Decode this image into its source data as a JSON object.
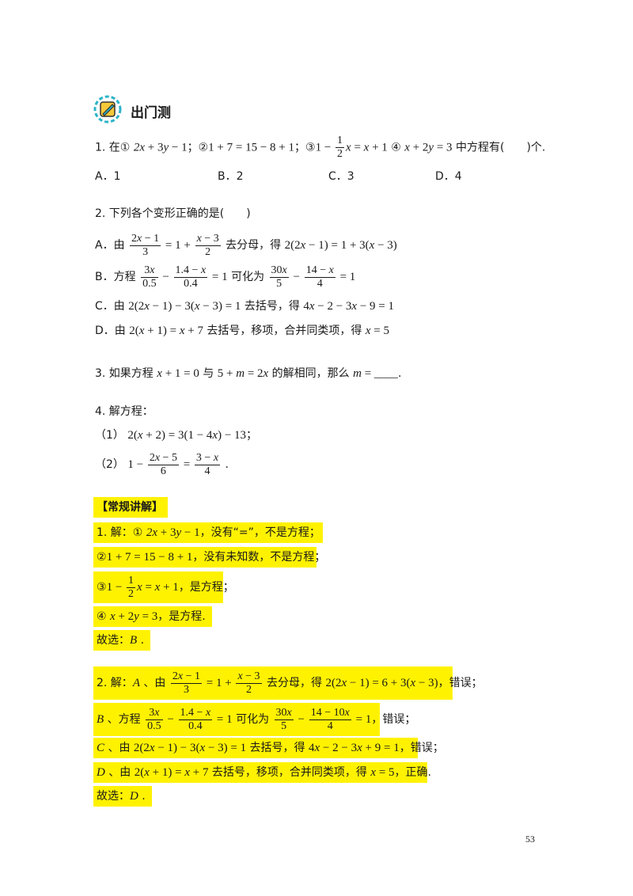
{
  "header": {
    "title": "出门测"
  },
  "q1": {
    "stem": "1. 在① 2x+3y−1；②1+7=15−8+1；③1−½x=x+1 ④ x+2y=3 中方程有(　　)个.",
    "options": [
      "A．1",
      "B．2",
      "C．3",
      "D．4"
    ]
  },
  "q2": {
    "stem": "2. 下列各个变形正确的是(　　)",
    "optA": "A．由 (2x−1)/3 = 1 + (x−3)/2 去分母，得 2(2x−1) = 1 + 3(x−3)",
    "optB": "B．方程 3x/0.5 − (1.4−x)/0.4 = 1 可化为 30x/5 − (14−x)/4 = 1",
    "optC": "C．由 2(2x−1) − 3(x−3) = 1 去括号，得 4x − 2 − 3x − 9 = 1",
    "optD": "D．由 2(x+1) = x + 7 去括号，移项，合并同类项，得 x = 5"
  },
  "q3": {
    "stem": "3. 如果方程 x+1=0 与 5+m=2x 的解相同，那么 m = ____."
  },
  "q4": {
    "stem": "4. 解方程：",
    "p1": "（1） 2(x+2) = 3(1−4x) − 13；",
    "p2": "（2） 1 − (2x−5)/6 = (3−x)/4 ."
  },
  "solution": {
    "heading": "【常规讲解】",
    "s1_l1": "1. 解：① 2x+3y−1，没有“=”，不是方程；",
    "s1_l2": "②1+7=15−8+1，没有未知数，不是方程；",
    "s1_l3": "③1−½x=x+1，是方程；",
    "s1_l4": "④ x+2y=3，是方程.",
    "s1_ans": "故选：B .",
    "s2_l1": "2. 解：A 、由 (2x−1)/3 = 1 + (x−3)/2 去分母，得 2(2x−1) = 6 + 3(x−3)，错误；",
    "s2_l2": "B 、方程 3x/0.5 − (1.4−x)/0.4 = 1 可化为 30x/5 − (14−10x)/4 = 1，错误；",
    "s2_l3": "C 、由 2(2x−1) − 3(x−3) = 1 去括号，得 4x − 2 − 3x + 9 = 1，错误；",
    "s2_l4": "D 、由 2(x+1) = x + 7 去括号，移项，合并同类项，得 x = 5，正确.",
    "s2_ans": "故选：D ."
  },
  "page_number": "53",
  "colors": {
    "highlight": "#fff200",
    "icon_ring": "#2cb3c8",
    "icon_fill": "#f6c83a"
  }
}
